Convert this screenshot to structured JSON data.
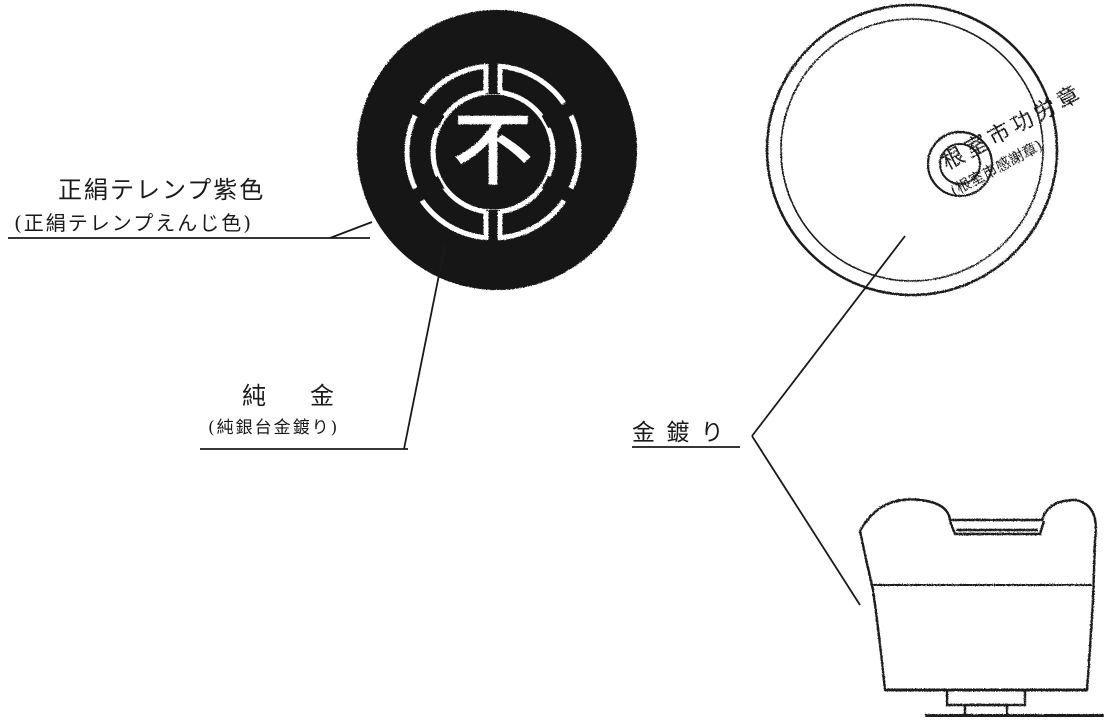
{
  "labels": {
    "left_badge_main": "正絹テレンプ紫色",
    "left_badge_sub": "(正絹テレンプえんじ色)",
    "metal_main": "純　金",
    "metal_sub": "(純銀台金鍍り)",
    "plating": "金 鍍 り",
    "right_badge_center_line1": "根室市功労章",
    "right_badge_center_line2": "(根室市感謝章)",
    "emblem_glyph": "不"
  },
  "colors": {
    "ink": "#1a1a1a",
    "badge_fill": "#161616",
    "paper": "#ffffff"
  }
}
